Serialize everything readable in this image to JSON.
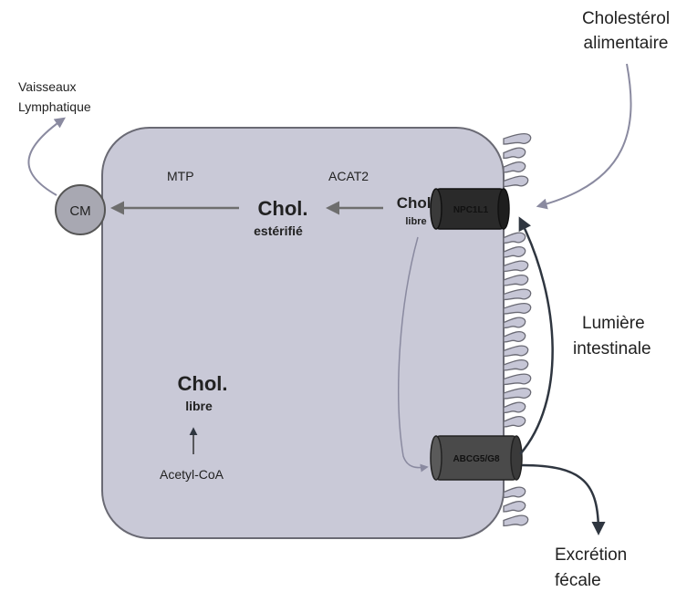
{
  "colors": {
    "cell_fill": "#c9c9d7",
    "cell_stroke": "#6a6a74",
    "arrow_inner": "#6e6e6e",
    "arrow_outer": "#2f3640",
    "cm_fill": "#a8a8b2",
    "villi_fill": "#c6c6d6",
    "transporter_dark": "#2a2a2a",
    "transporter_mid": "#4a4a4a"
  },
  "labels": {
    "vaisseaux_line1": "Vaisseaux",
    "vaisseaux_line2": "Lymphatique",
    "cholesterol_alim_line1": "Cholestérol",
    "cholesterol_alim_line2": "alimentaire",
    "mtp": "MTP",
    "acat2": "ACAT2",
    "cm": "CM",
    "chol_esterifie_main": "Chol.",
    "chol_esterifie_sub": "estérifié",
    "chol_libre_top_main": "Chol.",
    "chol_libre_top_sub": "libre",
    "chol_libre_bottom_main": "Chol.",
    "chol_libre_bottom_sub": "libre",
    "acetyl_coa": "Acetyl-CoA",
    "lumiere_line1": "Lumière",
    "lumiere_line2": "intestinale",
    "excretion_line1": "Excrétion",
    "excretion_line2": "fécale",
    "npc1l1": "NPC1L1",
    "abcg5_g8": "ABCG5/G8"
  }
}
